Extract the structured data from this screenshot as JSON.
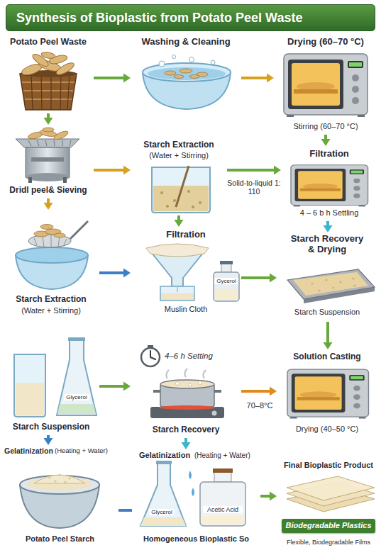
{
  "diagram": {
    "title": "Synthesis of Bioplastic from Potato Peel Waste",
    "nodes": [
      {
        "text": [
          "Potato Peel Waste"
        ]
      },
      {
        "text": [
          "Washing & Cleaning"
        ]
      },
      {
        "text": [
          "Drying (60–70 °C)",
          "Stirring (60–70 °C)"
        ]
      },
      {
        "text": [
          "Dridl peel& Sieving"
        ]
      },
      {
        "text": [
          "Starch Extraction",
          "(Water + Stirring)"
        ]
      },
      {
        "text": [
          "Filtration",
          "4 – 6 b h Settling"
        ]
      },
      {
        "text": [
          "Starch Extraction",
          "(Water + Stirring)"
        ]
      },
      {
        "text": [
          "Filtration",
          "Gycerol",
          "Muslin Cloth"
        ]
      },
      {
        "text": [
          "Starch Recovery & Drying",
          "Starch Suspension"
        ]
      },
      {
        "text": [
          "Glycerol",
          "Starch Suspension"
        ]
      },
      {
        "text": [
          "4–6 h Setting",
          "Starch Recovery"
        ]
      },
      {
        "text": [
          "Solution Casting",
          "Drying (40–50 °C)"
        ]
      },
      {
        "text": [
          "Gelatinization",
          "(Heating + Water)",
          "Potato Peel Starch"
        ]
      },
      {
        "text": [
          "Gelatinization",
          "(Heating + Water)",
          "Glycerol",
          "Acetic Acid",
          "Homogeneous Bioplastic So"
        ]
      },
      {
        "text": [
          "Final Bioplastic Product",
          "Flexible, Biodegradable Films"
        ]
      },
      {
        "text": [
          "Biodegradable Plastics"
        ],
        "in": 14
      }
    ],
    "edges": [
      {
        "from": 0,
        "to": 1,
        "arrow": "to"
      },
      {
        "from": 1,
        "to": 2,
        "arrow": "to"
      },
      {
        "from": 2,
        "to": 5,
        "arrow": "to"
      },
      {
        "from": 0,
        "to": 3,
        "arrow": "to"
      },
      {
        "from": 3,
        "to": 4,
        "arrow": "to"
      },
      {
        "from": 4,
        "to": 5,
        "arrow": "to"
      },
      {
        "from": 4,
        "to": 7,
        "arrow": "to"
      },
      {
        "from": 5,
        "to": 8,
        "arrow": "to"
      },
      {
        "from": 3,
        "to": 6,
        "arrow": "to"
      },
      {
        "from": 6,
        "to": 7,
        "arrow": "to"
      },
      {
        "from": 7,
        "to": 8,
        "arrow": "to"
      },
      {
        "from": 8,
        "to": 11,
        "arrow": "to"
      },
      {
        "from": 9,
        "to": 10,
        "arrow": "to"
      },
      {
        "from": 10,
        "to": 11,
        "arrow": "to"
      },
      {
        "from": 9,
        "to": 12,
        "arrow": "to"
      },
      {
        "from": 10,
        "to": 13,
        "arrow": "to"
      },
      {
        "from": 12,
        "to": 13,
        "arrow": "none"
      },
      {
        "from": 13,
        "to": 14,
        "arrow": "to"
      }
    ],
    "labels": [
      "Solid-to-liquid 1: 110",
      "70–8°C"
    ]
  }
}
